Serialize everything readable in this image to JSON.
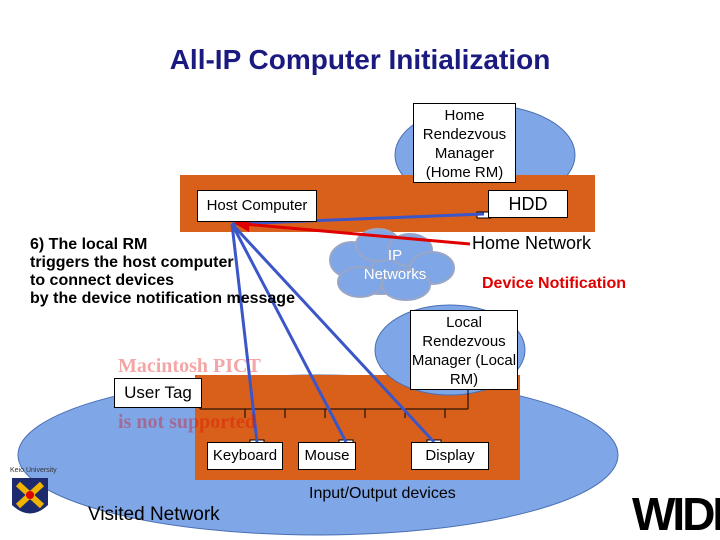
{
  "title": "All-IP Computer Initialization",
  "nodes": {
    "home_rm": "Home Rendezvous Manager (Home RM)",
    "host_computer": "Host Computer",
    "hdd": "HDD",
    "ip_networks": "IP Networks",
    "local_rm": "Local Rendezvous Manager (Local RM)",
    "user_tag": "User Tag",
    "keyboard": "Keyboard",
    "mouse": "Mouse",
    "display": "Display"
  },
  "labels": {
    "home_network": "Home Network",
    "device_notification": "Device Notification",
    "io_devices": "Input/Output devices",
    "visited_network": "Visited Network"
  },
  "step_text": {
    "line1": "6) The local RM",
    "line2": "triggers the host computer",
    "line3": "to connect devices",
    "line4": "by the device notification message"
  },
  "placeholder_pict": {
    "line1": "Macintosh PICT",
    "line2": "is not supported"
  },
  "logos": {
    "keio": "Keio University",
    "wide": "WIDE"
  },
  "colors": {
    "title": "#1a1a80",
    "network_fill": "#7fa6e6",
    "home_band": "#d9601a",
    "red_arrow": "#e00000",
    "blue_line": "#3a56c8"
  }
}
